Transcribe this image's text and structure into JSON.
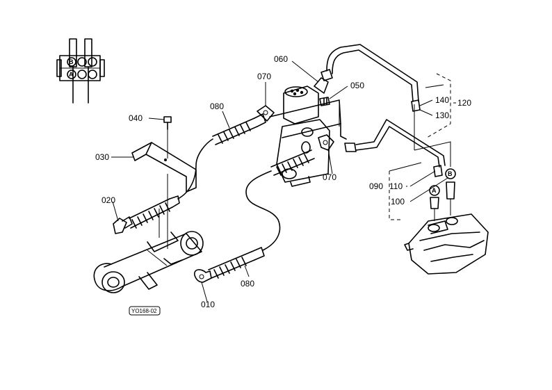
{
  "callouts": {
    "p010": "010",
    "p020": "020",
    "p030": "030",
    "p040": "040",
    "p050": "050",
    "p060": "060",
    "p070a": "070",
    "p070b": "070",
    "p080a": "080",
    "p080b": "080",
    "p090": "090",
    "p100": "100",
    "p110": "110",
    "p120": "120",
    "p130": "130",
    "p140": "140"
  },
  "port_marks": {
    "a": "A",
    "b": "B",
    "icon_a": "A",
    "icon_b": "B"
  },
  "drawing_code": "YO168-02"
}
